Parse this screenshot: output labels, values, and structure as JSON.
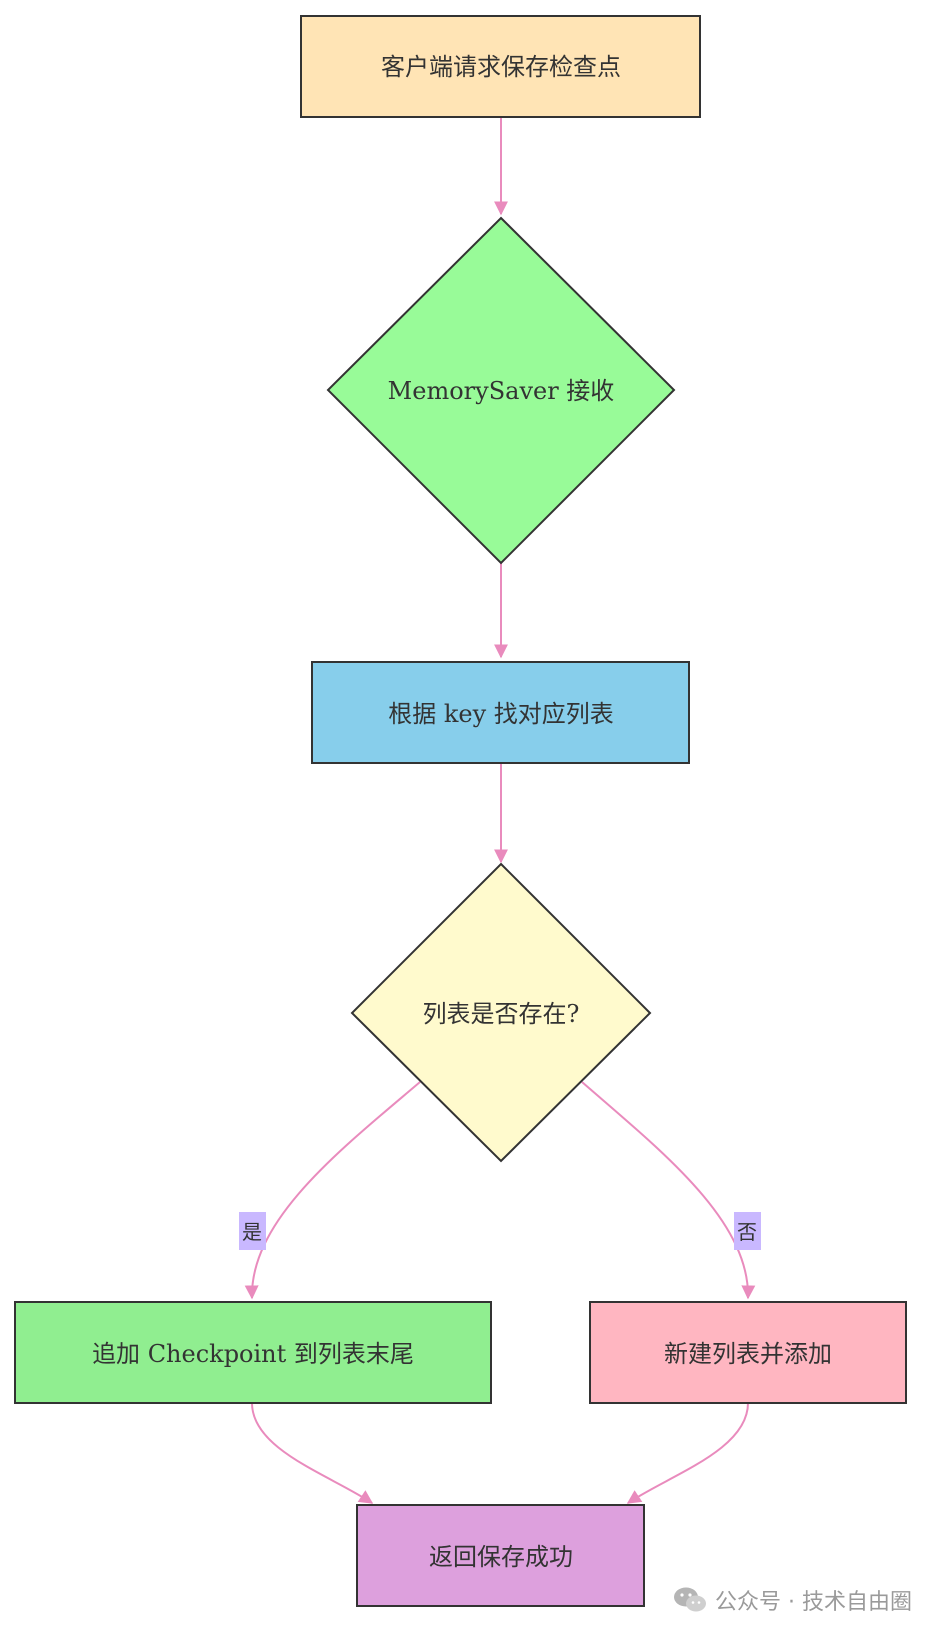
{
  "colors": {
    "edge": "#e98bbd",
    "node_stroke": "#333333",
    "label_bg": "#c9b8ff",
    "fill_request": "#ffe4b5",
    "fill_receive": "#98fb98",
    "fill_lookup": "#87ceeb",
    "fill_decision": "#fffacd",
    "fill_append": "#90ee90",
    "fill_create": "#ffb6c1",
    "fill_return": "#dda0dd"
  },
  "nodes": {
    "request": "客户端请求保存检查点",
    "receive": "MemorySaver 接收",
    "lookup": "根据 key 找对应列表",
    "decision": "列表是否存在?",
    "append": "追加 Checkpoint 到列表末尾",
    "create": "新建列表并添加",
    "result": "返回保存成功"
  },
  "edge_labels": {
    "yes": "是",
    "no": "否"
  },
  "watermark": {
    "icon": "wechat-icon",
    "text": "公众号 · 技术自由圈"
  }
}
